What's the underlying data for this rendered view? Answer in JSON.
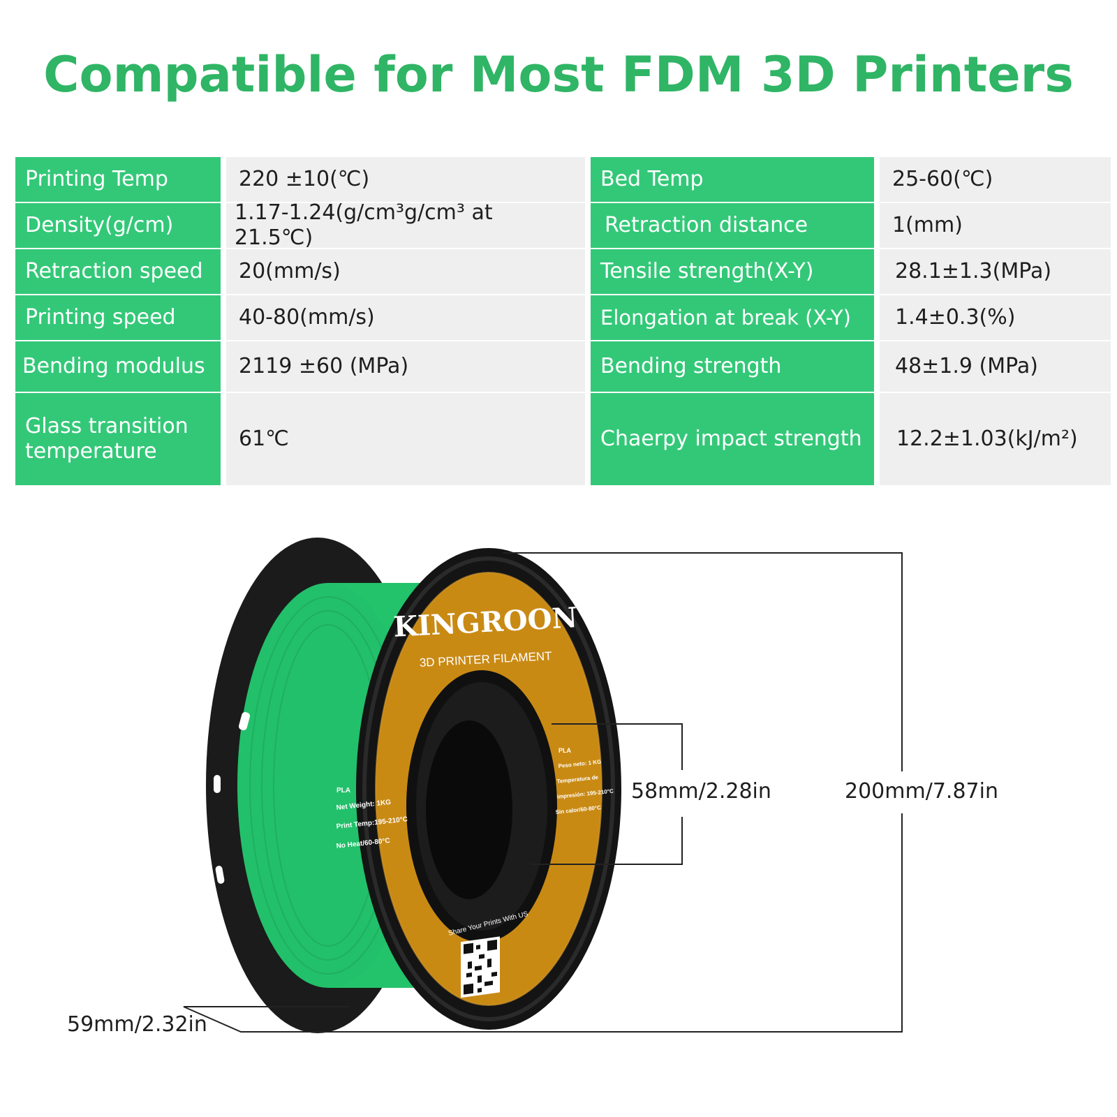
{
  "title": "Compatible for Most FDM 3D Printers",
  "specs": [
    {
      "label": "Printing Temp",
      "value": "220 ±10(℃)",
      "label2": "Bed Temp",
      "value2": "25-60(℃)"
    },
    {
      "label": "Density(g/cm)",
      "value": "1.17-1.24(g/cm³g/cm³ at 21.5℃)",
      "label2": "Retraction distance",
      "value2": "1(mm)"
    },
    {
      "label": "Retraction speed",
      "value": "20(mm/s)",
      "label2": "Tensile strength(X-Y)",
      "value2": "28.1±1.3(MPa)"
    },
    {
      "label": "Printing speed",
      "value": "40-80(mm/s)",
      "label2": "Elongation at break (X-Y)",
      "value2": "1.4±0.3(%)"
    },
    {
      "label": "Bending modulus",
      "value": "2119 ±60 (MPa)",
      "label2": "Bending strength",
      "value2": "48±1.9 (MPa)"
    },
    {
      "label": "Glass transition temperature",
      "value": "61℃",
      "label2": "Chaerpy impact strength",
      "value2": "12.2±1.03(kJ/m²)"
    }
  ],
  "dimensions": {
    "inner": "58mm/2.28in",
    "outer": "200mm/7.87in",
    "width": "59mm/2.32in"
  },
  "spool_label": {
    "brand": "KINGROON",
    "subtitle": "3D PRINTER FILAMENT",
    "left_lines": [
      "PLA",
      "Net Weight: 1KG",
      "Print Temp:195-210°C",
      "No Heat/60-80°C"
    ],
    "right_lines": [
      "PLA",
      "Peso neto: 1 KG",
      "Temperatura de",
      "impresión: 195-210°C",
      "Sin calor/60-80°C"
    ],
    "share": "Share Your Prints With US"
  },
  "colors": {
    "accent": "#33c878",
    "title": "#2fb565",
    "filament": "#22c06a",
    "label": "#c98a14",
    "spool": "#1a1a1a"
  }
}
